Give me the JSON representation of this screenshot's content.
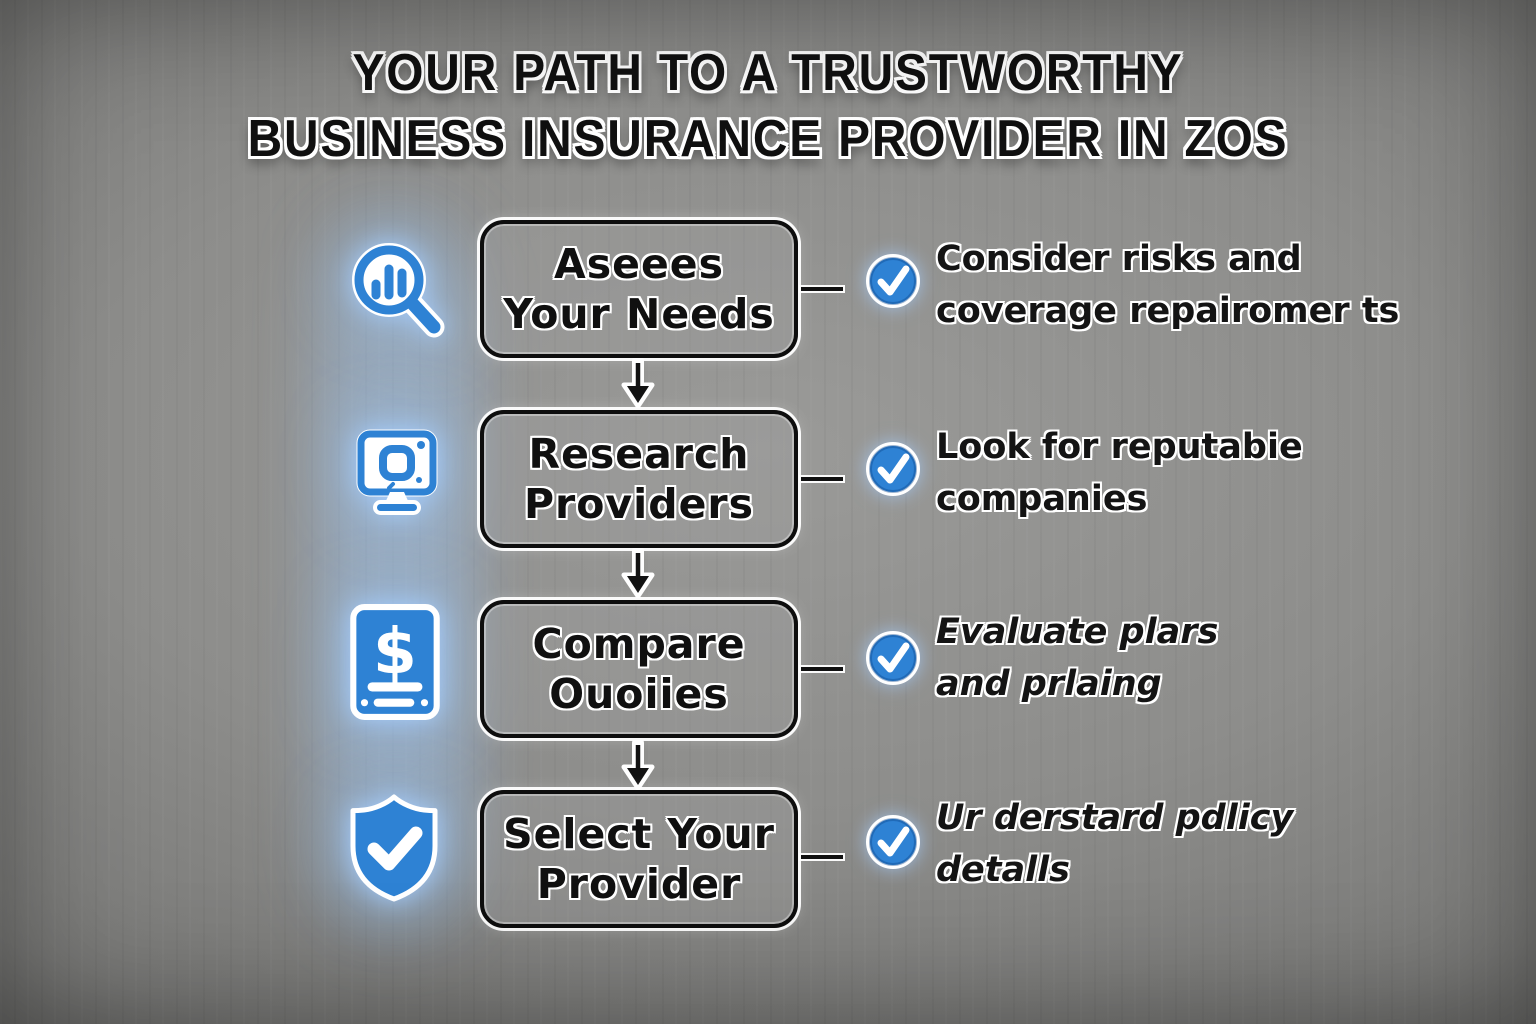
{
  "title": {
    "line1": "YOUR PATH TO A TRUSTWORTHY",
    "line2": "BUSINESS INSURANCE PROVIDER IN ZOS"
  },
  "colors": {
    "accent_blue": "#2e82d4",
    "text_black": "#111111",
    "outline_white": "#ffffff",
    "background_gray": "#8d8d8b"
  },
  "steps": [
    {
      "icon": "magnifier-bar-chart-icon",
      "label_line1": "Aseees",
      "label_line2": "Your Needs",
      "note_line1": "Consider risks and",
      "note_line2": "coverage repairomer ts",
      "note_style": "regular"
    },
    {
      "icon": "computer-monitor-icon",
      "label_line1": "Research",
      "label_line2": "Providers",
      "note_line1": "Look for reputabie",
      "note_line2": "companies",
      "note_style": "regular"
    },
    {
      "icon": "dollar-document-icon",
      "label_line1": "Compare",
      "label_line2": "Ouoiies",
      "note_line1": "Evaluate plars",
      "note_line2": "and prlaing",
      "note_style": "italic"
    },
    {
      "icon": "shield-check-icon",
      "label_line1": "Select Your",
      "label_line2": "Provider",
      "note_line1": "Ur derstard pdlicy",
      "note_line2": "detalls",
      "note_style": "italic"
    }
  ]
}
